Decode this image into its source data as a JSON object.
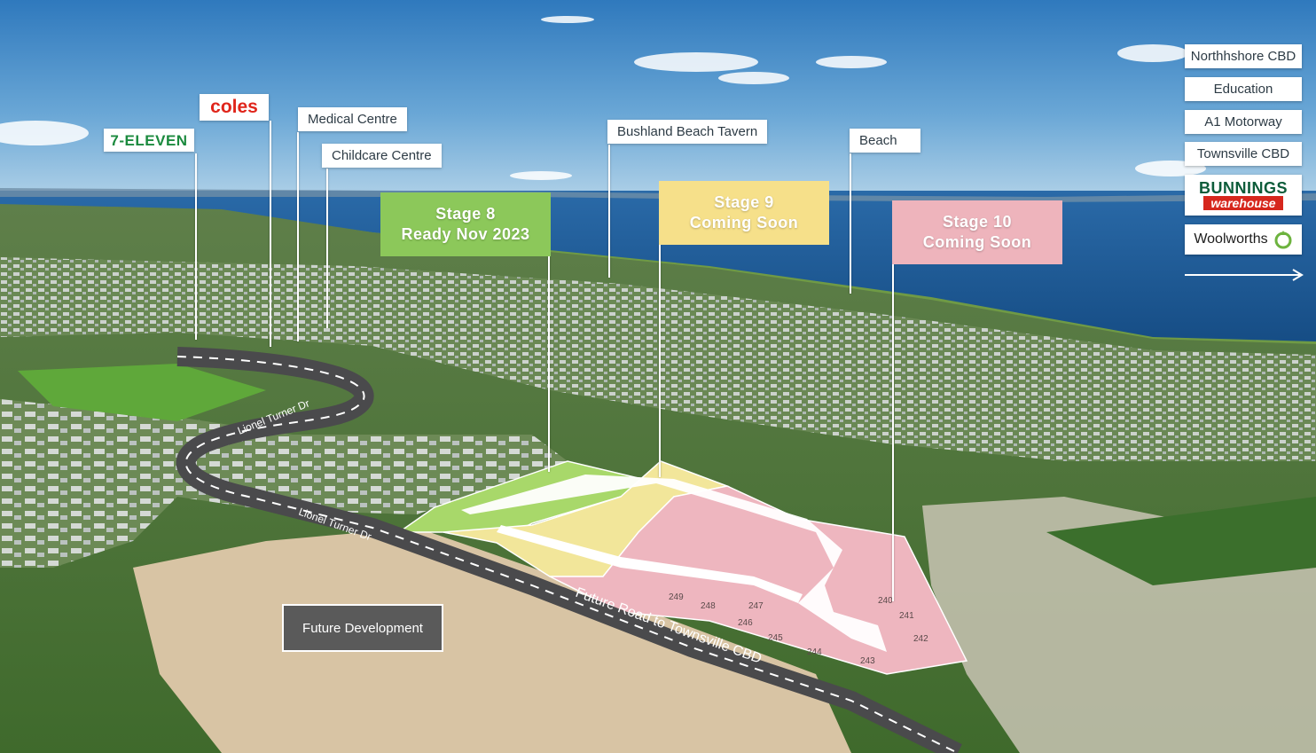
{
  "landmarks": {
    "seven_eleven": "7-ELEVEN",
    "coles": "coles",
    "medical": "Medical Centre",
    "childcare": "Childcare Centre",
    "tavern": "Bushland Beach Tavern",
    "beach": "Beach"
  },
  "stages": {
    "stage8": {
      "line1": "Stage 8",
      "line2": "Ready Nov 2023",
      "color": "#8cc85a"
    },
    "stage9": {
      "line1": "Stage 9",
      "line2": "Coming Soon",
      "color": "#f6e08a"
    },
    "stage10": {
      "line1": "Stage 10",
      "line2": "Coming Soon",
      "color": "#eeb4bc"
    }
  },
  "directions": {
    "northshore": "Northhshore CBD",
    "education": "Education",
    "motorway": "A1 Motorway",
    "townsville": "Townsville CBD",
    "bunnings_line1": "BUNNINGS",
    "bunnings_line2": "warehouse",
    "woolworths": "Woolworths"
  },
  "roads": {
    "lionel_upper": "Lionel Turner Dr",
    "lionel_lower": "Lionel Turner Dr",
    "future_road": "Future Road to Townsville CBD"
  },
  "future_development": "Future Development",
  "lots": [
    "243",
    "244",
    "245",
    "246",
    "247",
    "248",
    "249",
    "242",
    "241",
    "240"
  ],
  "colors": {
    "sky": "#3f86c4",
    "sea": "#1f5f9e",
    "road": "#4a4a4c",
    "lot_green": "#a8d86a",
    "lot_yellow": "#f2e69a",
    "lot_pink": "#eeb6bf"
  }
}
